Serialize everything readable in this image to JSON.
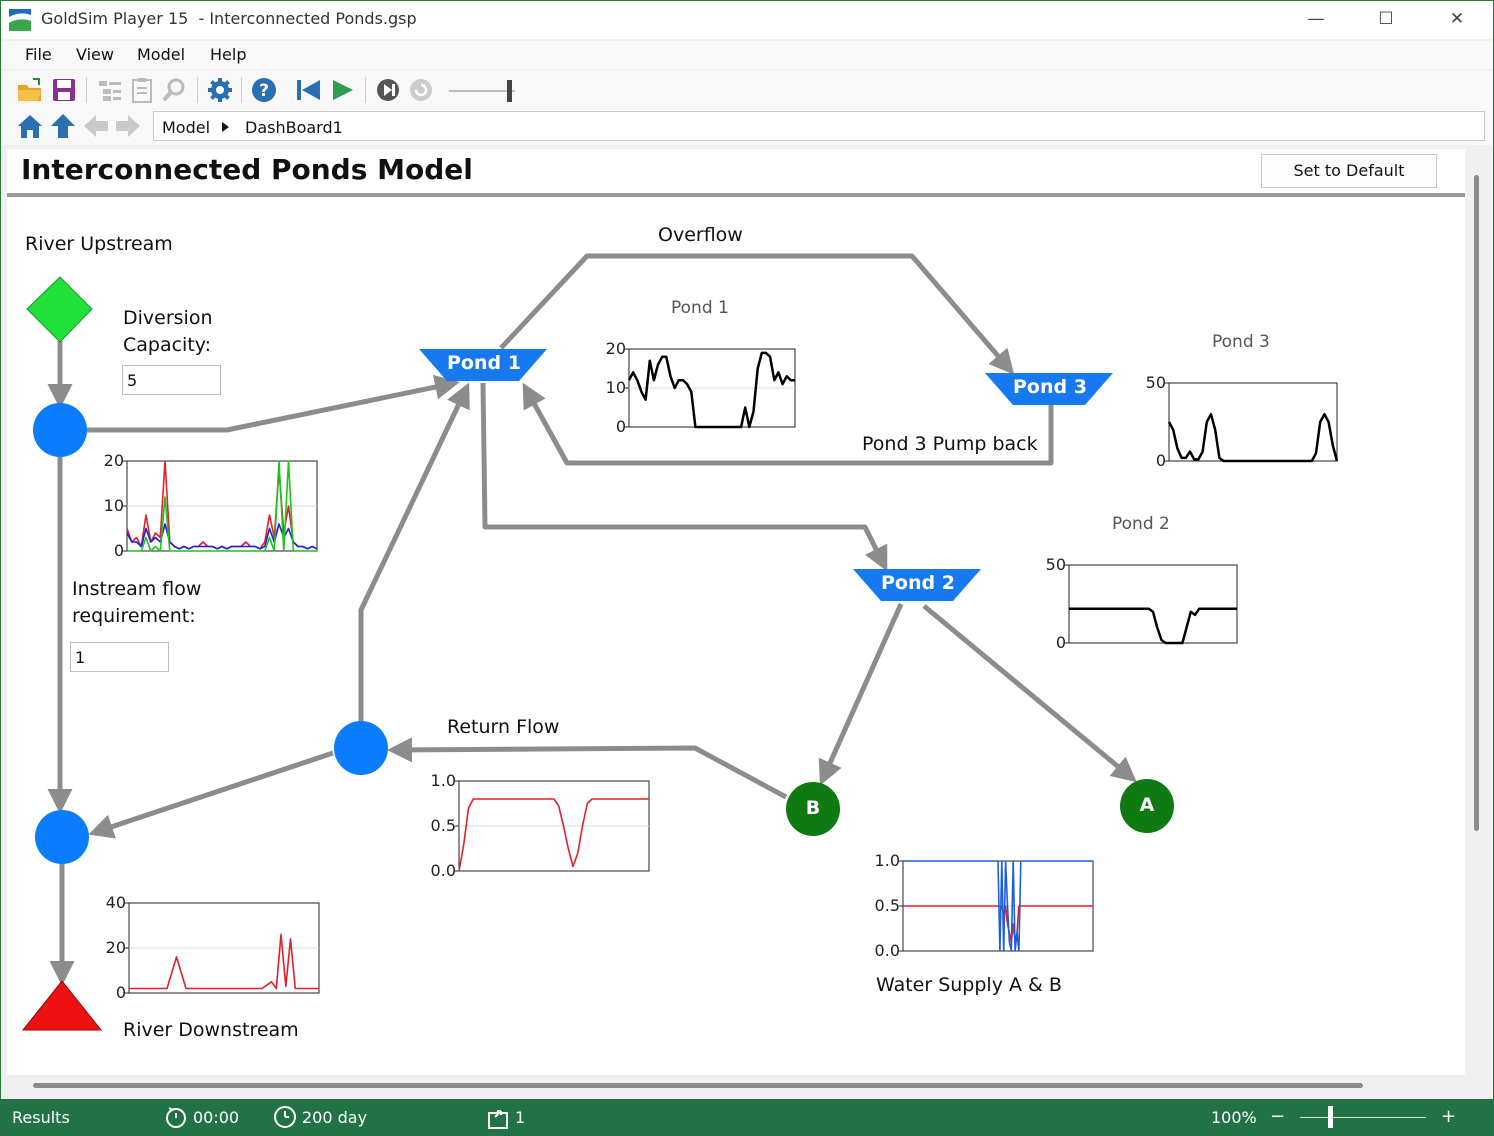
{
  "window": {
    "app_title": "GoldSim Player 15  - Interconnected Ponds.gsp",
    "minimize": "—",
    "maximize": "☐",
    "close": "✕"
  },
  "menu": [
    "File",
    "View",
    "Model",
    "Help"
  ],
  "breadcrumb": [
    "Model",
    "DashBoard1"
  ],
  "dashboard": {
    "title": "Interconnected Ponds Model",
    "set_default_label": "Set to Default",
    "labels": {
      "river_upstream": "River Upstream",
      "diversion_capacity_1": "Diversion",
      "diversion_capacity_2": "Capacity:",
      "instream_1": "Instream flow",
      "instream_2": "requirement:",
      "river_downstream": "River Downstream",
      "overflow": "Overflow",
      "pump_back": "Pond 3 Pump back",
      "return_flow": "Return Flow",
      "water_supply": "Water Supply A & B"
    },
    "inputs": {
      "diversion_capacity": "5",
      "instream_flow": "1"
    },
    "nodes": {
      "pond1": "Pond 1",
      "pond2": "Pond 2",
      "pond3": "Pond 3",
      "a": "A",
      "b": "B"
    },
    "chart_titles": {
      "pond1": "Pond 1",
      "pond2": "Pond 2",
      "pond3": "Pond 3"
    }
  },
  "chart_data": [
    {
      "id": "diversion",
      "type": "line",
      "ylim": [
        0,
        20
      ],
      "yticks": [
        "0",
        "10",
        "20"
      ],
      "x": [
        0,
        5,
        10,
        15,
        20,
        25,
        30,
        35,
        40,
        45,
        50,
        55,
        60,
        65,
        70,
        75,
        80,
        85,
        90,
        95,
        100,
        105,
        110,
        115,
        120,
        125,
        130,
        135,
        140,
        145,
        150,
        155,
        160,
        165,
        170,
        175,
        180,
        185,
        190,
        195,
        200
      ],
      "series": [
        {
          "color": "#e0202a",
          "values": [
            5,
            2,
            3,
            1,
            8,
            2,
            4,
            3,
            20,
            2,
            1,
            0.5,
            1,
            0.5,
            1,
            1,
            2,
            1,
            1,
            0.5,
            1,
            0.5,
            1,
            1,
            1,
            2,
            1,
            1,
            0.5,
            2,
            8,
            3,
            18,
            4,
            10,
            2,
            1,
            1,
            0.5,
            1,
            0.5
          ]
        },
        {
          "color": "#2020e0",
          "values": [
            4,
            2,
            2,
            1,
            5,
            2,
            3,
            2,
            6,
            2,
            1,
            0.5,
            1,
            0.5,
            1,
            1,
            1,
            1,
            1,
            0.5,
            1,
            0.5,
            1,
            1,
            1,
            1,
            1,
            1,
            0.5,
            1,
            5,
            2,
            6,
            3,
            5,
            2,
            1,
            1,
            0.5,
            1,
            0.5
          ]
        },
        {
          "color": "#20c020",
          "values": [
            0,
            0,
            0,
            0,
            3,
            0,
            1,
            0,
            12,
            0,
            0,
            0,
            0,
            0,
            0,
            0,
            0,
            0,
            0,
            0,
            0,
            0,
            0,
            0,
            0,
            0,
            0,
            0,
            0,
            0,
            3,
            0,
            20,
            0,
            20,
            0,
            0,
            0,
            0,
            0,
            0
          ]
        }
      ]
    },
    {
      "id": "downstream",
      "type": "line",
      "ylim": [
        0,
        40
      ],
      "yticks": [
        "0",
        "20",
        "40"
      ],
      "x": [
        0,
        10,
        20,
        30,
        40,
        50,
        60,
        70,
        80,
        90,
        100,
        110,
        120,
        130,
        140,
        150,
        155,
        160,
        165,
        170,
        175,
        180,
        190,
        200
      ],
      "series": [
        {
          "color": "#e0202a",
          "values": [
            2,
            2,
            2,
            2,
            2,
            16,
            2,
            2,
            2,
            2,
            2,
            2,
            2,
            2,
            2,
            5,
            2,
            26,
            3,
            24,
            2,
            2,
            2,
            2
          ]
        }
      ]
    },
    {
      "id": "pond1",
      "type": "line",
      "ylim": [
        0,
        20
      ],
      "yticks": [
        "0",
        "10",
        "20"
      ],
      "x": [
        0,
        5,
        10,
        15,
        20,
        25,
        30,
        35,
        40,
        45,
        50,
        55,
        60,
        65,
        70,
        75,
        80,
        85,
        90,
        95,
        100,
        105,
        110,
        115,
        120,
        125,
        130,
        135,
        140,
        145,
        150,
        155,
        160,
        165,
        170,
        175,
        180,
        185,
        190,
        195,
        200
      ],
      "series": [
        {
          "color": "#000000",
          "values": [
            12,
            14,
            12,
            9,
            7,
            17,
            12,
            16,
            18,
            18,
            13,
            10,
            12,
            12,
            11,
            9,
            0,
            0,
            0,
            0,
            0,
            0,
            0,
            0,
            0,
            0,
            0,
            0,
            5,
            0,
            4,
            15,
            19,
            19,
            18,
            12,
            14,
            11,
            13,
            12,
            12
          ]
        }
      ]
    },
    {
      "id": "pond3",
      "type": "line",
      "ylim": [
        0,
        50
      ],
      "yticks": [
        "0",
        "50"
      ],
      "x": [
        0,
        5,
        10,
        15,
        20,
        25,
        30,
        35,
        40,
        45,
        50,
        55,
        60,
        65,
        70,
        75,
        80,
        85,
        90,
        95,
        100,
        105,
        110,
        115,
        120,
        125,
        130,
        135,
        140,
        145,
        150,
        155,
        160,
        165,
        170,
        175,
        180,
        185,
        190,
        195,
        200
      ],
      "series": [
        {
          "color": "#000000",
          "values": [
            25,
            20,
            8,
            2,
            2,
            6,
            1,
            1,
            6,
            25,
            30,
            20,
            2,
            0,
            0,
            0,
            0,
            0,
            0,
            0,
            0,
            0,
            0,
            0,
            0,
            0,
            0,
            0,
            0,
            0,
            0,
            0,
            0,
            0,
            0,
            5,
            25,
            30,
            25,
            10,
            0
          ]
        }
      ]
    },
    {
      "id": "pond2",
      "type": "line",
      "ylim": [
        0,
        50
      ],
      "yticks": [
        "0",
        "50"
      ],
      "x": [
        0,
        5,
        10,
        15,
        20,
        25,
        30,
        35,
        40,
        45,
        50,
        55,
        60,
        65,
        70,
        75,
        80,
        85,
        90,
        95,
        100,
        105,
        110,
        115,
        120,
        125,
        130,
        135,
        140,
        145,
        150,
        155,
        160,
        165,
        170,
        175,
        180,
        185,
        190,
        195,
        200
      ],
      "series": [
        {
          "color": "#000000",
          "values": [
            22,
            22,
            22,
            22,
            22,
            22,
            22,
            22,
            22,
            22,
            22,
            22,
            22,
            22,
            22,
            22,
            22,
            22,
            22,
            22,
            20,
            10,
            2,
            0,
            0,
            0,
            0,
            0,
            10,
            20,
            18,
            22,
            22,
            22,
            22,
            22,
            22,
            22,
            22,
            22,
            22
          ]
        }
      ]
    },
    {
      "id": "return",
      "type": "line",
      "ylim": [
        0,
        1
      ],
      "yticks": [
        "0.0",
        "0.5",
        "1.0"
      ],
      "x": [
        0,
        5,
        10,
        15,
        20,
        25,
        30,
        35,
        40,
        45,
        50,
        55,
        60,
        65,
        70,
        75,
        80,
        85,
        90,
        95,
        100,
        105,
        110,
        115,
        120,
        125,
        130,
        135,
        140,
        145,
        150,
        155,
        160,
        165,
        170,
        175,
        180,
        185,
        190,
        195,
        200
      ],
      "series": [
        {
          "color": "#e0202a",
          "values": [
            0,
            0.3,
            0.7,
            0.8,
            0.8,
            0.8,
            0.8,
            0.8,
            0.8,
            0.8,
            0.8,
            0.8,
            0.8,
            0.8,
            0.8,
            0.8,
            0.8,
            0.8,
            0.8,
            0.8,
            0.8,
            0.72,
            0.5,
            0.25,
            0.05,
            0.2,
            0.5,
            0.75,
            0.8,
            0.8,
            0.8,
            0.8,
            0.8,
            0.8,
            0.8,
            0.8,
            0.8,
            0.8,
            0.8,
            0.8,
            0.8
          ]
        }
      ]
    },
    {
      "id": "water_supply",
      "type": "line",
      "ylim": [
        0,
        1
      ],
      "yticks": [
        "0.0",
        "0.5",
        "1.0"
      ],
      "x": [
        0,
        20,
        40,
        60,
        80,
        100,
        102,
        104,
        106,
        108,
        110,
        112,
        114,
        116,
        118,
        120,
        122,
        124,
        126,
        140,
        160,
        180,
        200
      ],
      "series": [
        {
          "color": "#e0202a",
          "values": [
            0.5,
            0.5,
            0.5,
            0.5,
            0.5,
            0.5,
            0.5,
            0.5,
            0.4,
            0.5,
            0.3,
            0.2,
            0.1,
            0.3,
            0.1,
            0.2,
            0.5,
            0.5,
            0.5,
            0.5,
            0.5,
            0.5,
            0.5
          ]
        },
        {
          "color": "#1f5fd6",
          "values": [
            1,
            1,
            1,
            1,
            1,
            1,
            0,
            1,
            0,
            1,
            0.5,
            0.1,
            0,
            1,
            0,
            0.2,
            0,
            1,
            1,
            1,
            1,
            1,
            1
          ]
        }
      ]
    }
  ]
}
